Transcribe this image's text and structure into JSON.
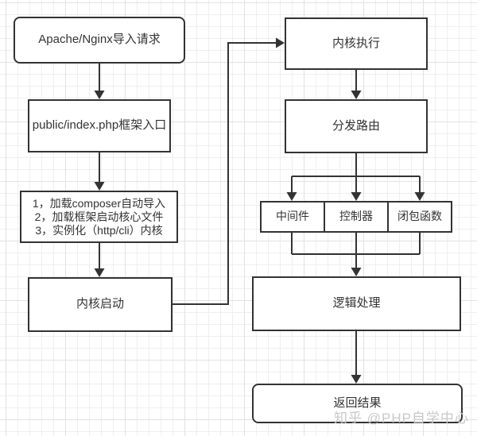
{
  "nodes": {
    "apache": {
      "label": "Apache/Nginx导入请求"
    },
    "entry": {
      "label": "public/index.php框架入口"
    },
    "startup_steps": {
      "lines": [
        "1，加载composer自动导入",
        "2，加载框架启动核心文件",
        "3，实例化（http/cli）内核"
      ]
    },
    "kernel_boot": {
      "label": "内核启动"
    },
    "kernel_exec": {
      "label": "内核执行"
    },
    "dispatch_route": {
      "label": "分发路由"
    },
    "middleware": {
      "label": "中间件"
    },
    "controller": {
      "label": "控制器"
    },
    "closure": {
      "label": "闭包函数"
    },
    "logic": {
      "label": "逻辑处理"
    },
    "result": {
      "label": "返回结果"
    }
  },
  "watermark": "知乎 @PHP自学中心",
  "colors": {
    "line": "#333333",
    "box_border": "#333333",
    "box_fill": "#ffffff",
    "text": "#333333",
    "watermark": "#c8c8c8",
    "grid_minor": "#efefef",
    "grid_major": "#e2e2e2",
    "canvas_bg": "#ffffff"
  }
}
